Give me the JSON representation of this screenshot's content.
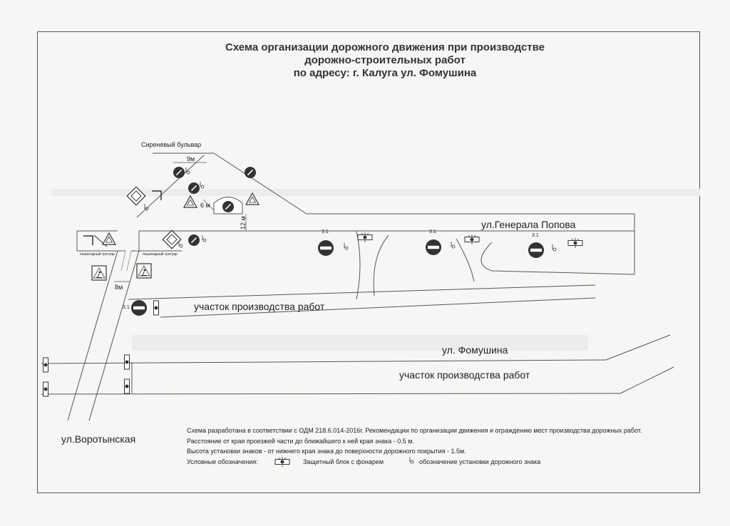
{
  "title": {
    "line1": "Схема организации дорожного движения при производстве",
    "line2": "дорожно-строительных работ",
    "line3": "по адресу: г. Калуга ул. Фомушина"
  },
  "labels": {
    "sirenevy": "Сиреневый бульвар",
    "gen_popova": "ул.Генерала Попова",
    "fomushina": "ул. Фомушина",
    "vorotynskaya": "ул.Воротынская",
    "work_zone_1": "участок производства работ",
    "work_zone_2": "участок производства работ",
    "sidewalk_left": "пешеходный тротуар",
    "sidewalk_right": "пешеходный тротуар",
    "sign_code": "3.1"
  },
  "dimensions": {
    "d9m": "9м",
    "d6m": "6 м",
    "d12m": "12 м",
    "d8m": "8м"
  },
  "notes": {
    "line1": "Схема разработана в соответствии с ОДМ 218.6.014-2016г. Рекомендации по организации движения и ограждению мест производства дорожных работ.",
    "line2": "Расстояние от края проезжей части до ближайшего к ней края знака - 0.5 м.",
    "line3": "Высота установки знаков -  от нижнего края знака до поверхности дорожного покрытия - 1.5м.",
    "legend_title": "Условные обозначения:",
    "legend_block": "Защитный блок с фонарем",
    "legend_sign": "обозначение установки дорожного знака"
  },
  "colors": {
    "line": "#555555",
    "ink": "#222222",
    "shade": "#e4e4e2"
  }
}
